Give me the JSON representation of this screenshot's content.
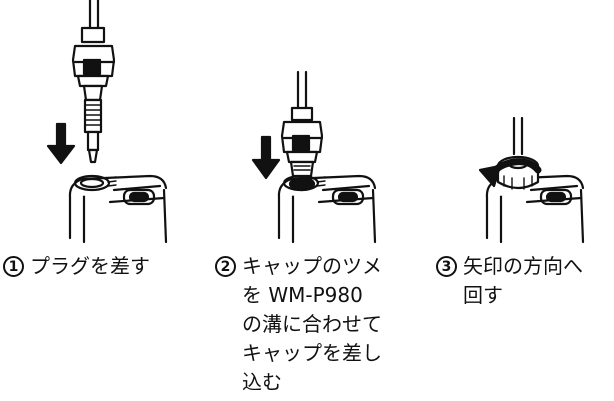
{
  "steps": [
    {
      "number": "1",
      "lines": [
        "プラグを差す"
      ]
    },
    {
      "number": "2",
      "lines": [
        "キャップのツメ",
        "を WM-P980",
        "の溝に合わせて",
        "キャップを差し",
        "込む"
      ]
    },
    {
      "number": "3",
      "lines": [
        "矢印の方向へ",
        "回す"
      ]
    }
  ],
  "icons": [
    "down-arrow-icon",
    "down-arrow-icon",
    "rotate-arrow-icon"
  ],
  "colors": {
    "ink": "#111111",
    "background": "#ffffff"
  }
}
